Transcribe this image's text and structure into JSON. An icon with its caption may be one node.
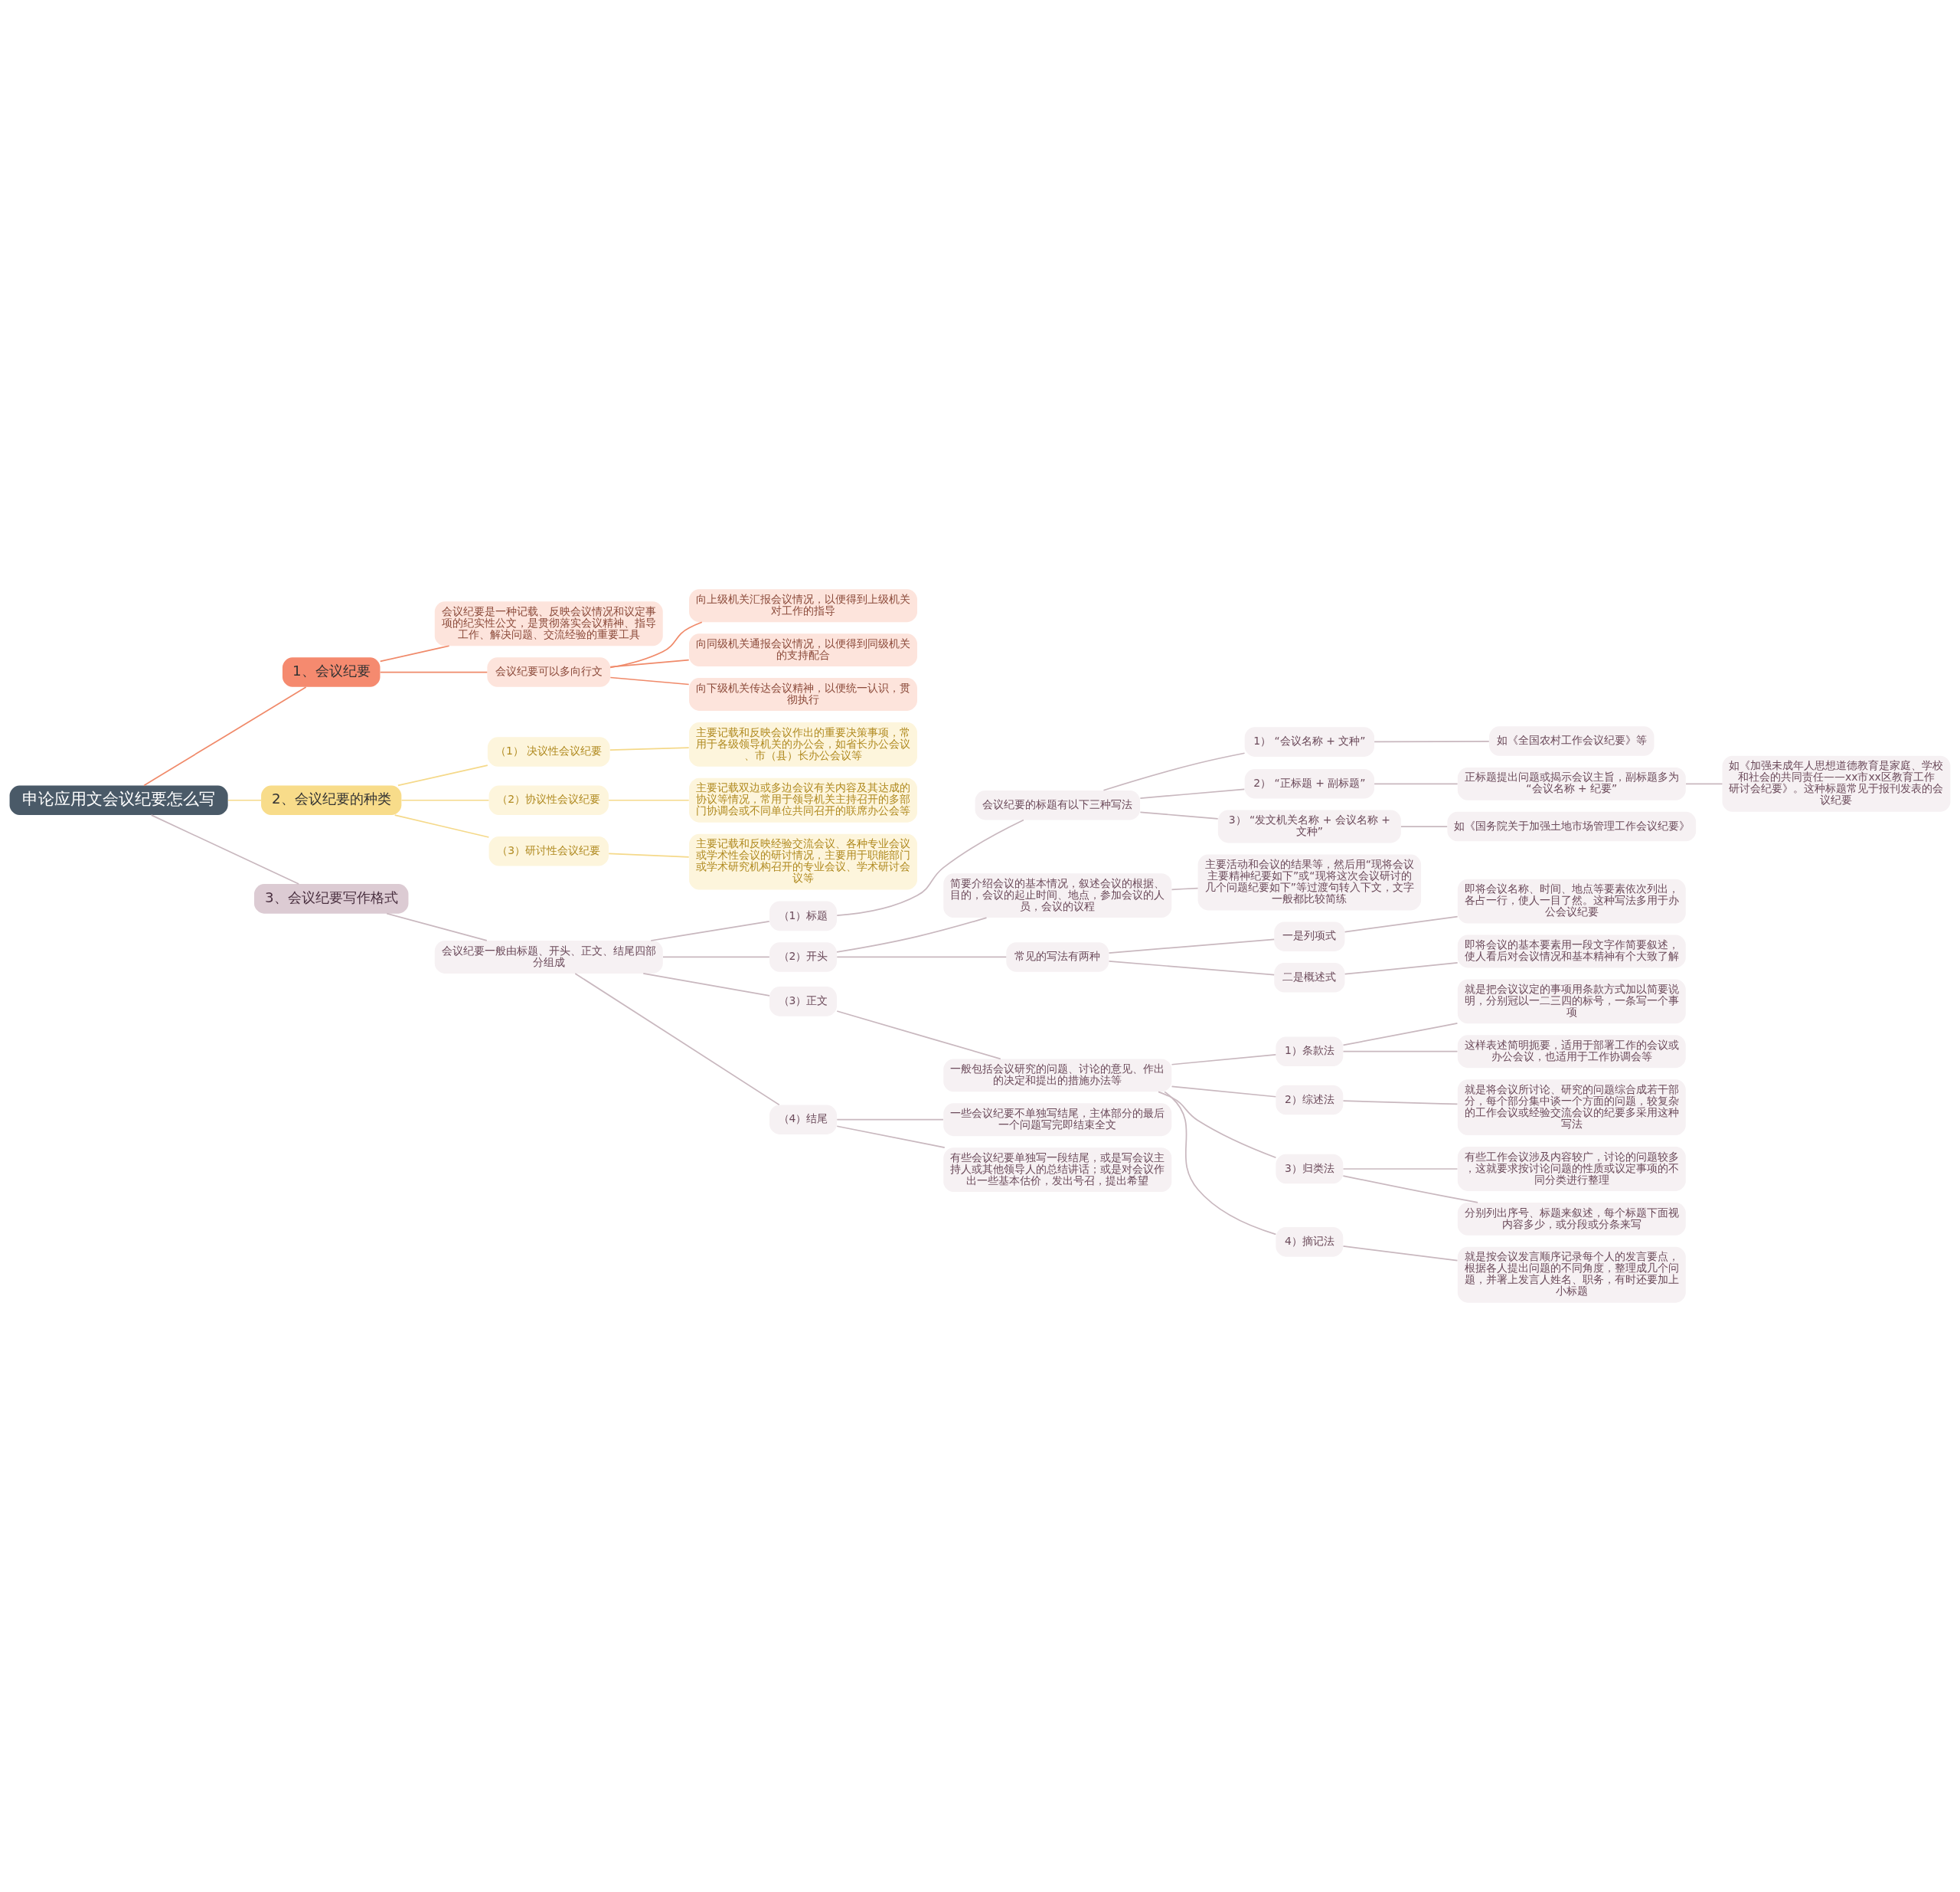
{
  "diagram": {
    "nodes": [
      {
        "text": [
          "申论应用文会议纪要怎么写"
        ]
      },
      {
        "text": [
          "1、会议纪要"
        ]
      },
      {
        "text": [
          "会议纪要是一种记载、反映会议情况和议定事项的纪实性公文，是贯彻落实会议精神、指导工作、解决问题、交流经验的重要工具"
        ]
      },
      {
        "text": [
          "会议纪要可以多向行文"
        ]
      },
      {
        "text": [
          "向上级机关汇报会议情况，以便得到上级机关对工作的指导"
        ]
      },
      {
        "text": [
          "向同级机关通报会议情况，以便得到同级机关的支持配合"
        ]
      },
      {
        "text": [
          "向下级机关传达会议精神，以便统一认识，贯彻执行"
        ]
      },
      {
        "text": [
          "2、会议纪要的种类"
        ]
      },
      {
        "text": [
          "（1） 决议性会议纪要"
        ]
      },
      {
        "text": [
          "主要记载和反映会议作出的重要决策事项，常用于各级领导机关的办公会，如省长办公会议、市（县）长办公会议等"
        ]
      },
      {
        "text": [
          "（2）协议性会议纪要"
        ]
      },
      {
        "text": [
          "主要记载双边或多边会议有关内容及其达成的协议等情况，常用于领导机关主持召开的多部门协调会或不同单位共同召开的联席办公会等"
        ]
      },
      {
        "text": [
          "（3）研讨性会议纪要"
        ]
      },
      {
        "text": [
          "主要记载和反映经验交流会议、各种专业会议或学术性会议的研讨情况，主要用于职能部门或学术研究机构召开的专业会议、学术研讨会议等"
        ]
      },
      {
        "text": [
          "3、会议纪要写作格式"
        ]
      },
      {
        "text": [
          "会议纪要一般由标题、开头、正文、结尾四部分组成"
        ]
      },
      {
        "text": [
          "（1）标题"
        ]
      },
      {
        "text": [
          "会议纪要的标题有以下三种写法"
        ]
      },
      {
        "text": [
          "1） “会议名称 + 文种”"
        ]
      },
      {
        "text": [
          "如《全国农村工作会议纪要》等"
        ]
      },
      {
        "text": [
          "2） “正标题 + 副标题”"
        ]
      },
      {
        "text": [
          "正标题提出问题或揭示会议主旨，副标题多为“会议名称 + 纪要”"
        ]
      },
      {
        "text": [
          "如《加强未成年人思想道德教育是家庭、学校和社会的共同责任——xx市xx区教育工作研讨会纪要》。这种标题常见于报刊发表的会议纪要"
        ]
      },
      {
        "text": [
          "3） “发文机关名称 + 会议名称 + 文种”"
        ]
      },
      {
        "text": [
          "如《国务院关于加强土地市场管理工作会议纪要》"
        ]
      },
      {
        "text": [
          "（2）开头"
        ]
      },
      {
        "text": [
          "简要介绍会议的基本情况，叙述会议的根据、目的，会议的起止时间、地点，参加会议的人员，会议的议程"
        ]
      },
      {
        "text": [
          "主要活动和会议的结果等，然后用“现将会议主要精神纪要如下”或“现将这次会议研讨的几个问题纪要如下”等过渡句转入下文，文字一般都比较简练"
        ]
      },
      {
        "text": [
          "常见的写法有两种"
        ]
      },
      {
        "text": [
          "一是列项式"
        ]
      },
      {
        "text": [
          "即将会议名称、时间、地点等要素依次列出，各占一行，使人一目了然。这种写法多用于办公会议纪要"
        ]
      },
      {
        "text": [
          "二是概述式"
        ]
      },
      {
        "text": [
          "即将会议的基本要素用一段文字作简要叙述，使人看后对会议情况和基本精神有个大致了解"
        ]
      },
      {
        "text": [
          "（3）正文"
        ]
      },
      {
        "text": [
          "一般包括会议研究的问题、讨论的意见、作出的决定和提出的措施办法等"
        ]
      },
      {
        "text": [
          "1）条款法"
        ]
      },
      {
        "text": [
          "就是把会议议定的事项用条款方式加以简要说明，分别冠以一二三四的标号，一条写一个事项"
        ]
      },
      {
        "text": [
          "这样表述简明扼要，适用于部署工作的会议或办公会议，也适用于工作协调会等"
        ]
      },
      {
        "text": [
          "2）综述法"
        ]
      },
      {
        "text": [
          "就是将会议所讨论、研究的问题综合成若干部分，每个部分集中谈一个方面的问题，较复杂的工作会议或经验交流会议的纪要多采用这种写法"
        ]
      },
      {
        "text": [
          "3）归类法"
        ]
      },
      {
        "text": [
          "有些工作会议涉及内容较广，讨论的问题较多，这就要求按讨论问题的性质或议定事项的不同分类进行整理"
        ]
      },
      {
        "text": [
          "分别列出序号、标题来叙述，每个标题下面视内容多少，或分段或分条来写"
        ]
      },
      {
        "text": [
          "4）摘记法"
        ]
      },
      {
        "text": [
          "就是按会议发言顺序记录每个人的发言要点，根据各人提出问题的不同角度，整理成几个问题，并署上发言人姓名、职务，有时还要加上小标题"
        ]
      },
      {
        "text": [
          "（4）结尾"
        ]
      },
      {
        "text": [
          "一些会议纪要不单独写结尾，主体部分的最后一个问题写完即结束全文"
        ]
      },
      {
        "text": [
          "有些会议纪要单独写一段结尾，或是写会议主持人或其他领导人的总结讲话；或是对会议作出一些基本估价，发出号召，提出希望"
        ]
      }
    ],
    "edges": [
      {
        "from": 0,
        "to": 1,
        "arrow": "none",
        "color": "#f08a6a"
      },
      {
        "from": 1,
        "to": 2,
        "arrow": "none",
        "color": "#f08a6a"
      },
      {
        "from": 1,
        "to": 3,
        "arrow": "none",
        "color": "#f08a6a"
      },
      {
        "from": 3,
        "to": 4,
        "arrow": "none",
        "color": "#f08a6a"
      },
      {
        "from": 3,
        "to": 5,
        "arrow": "none",
        "color": "#f08a6a"
      },
      {
        "from": 3,
        "to": 6,
        "arrow": "none",
        "color": "#f08a6a"
      },
      {
        "from": 0,
        "to": 7,
        "arrow": "none",
        "color": "#f5d98a"
      },
      {
        "from": 7,
        "to": 8,
        "arrow": "none",
        "color": "#f5d98a"
      },
      {
        "from": 8,
        "to": 9,
        "arrow": "none",
        "color": "#f5d98a"
      },
      {
        "from": 7,
        "to": 10,
        "arrow": "none",
        "color": "#f5d98a"
      },
      {
        "from": 10,
        "to": 11,
        "arrow": "none",
        "color": "#f5d98a"
      },
      {
        "from": 7,
        "to": 12,
        "arrow": "none",
        "color": "#f5d98a"
      },
      {
        "from": 12,
        "to": 13,
        "arrow": "none",
        "color": "#f5d98a"
      },
      {
        "from": 0,
        "to": 14,
        "arrow": "none"
      },
      {
        "from": 14,
        "to": 15,
        "arrow": "none"
      },
      {
        "from": 15,
        "to": 16,
        "arrow": "none"
      },
      {
        "from": 16,
        "to": 17,
        "arrow": "none"
      },
      {
        "from": 17,
        "to": 18,
        "arrow": "none"
      },
      {
        "from": 18,
        "to": 19,
        "arrow": "none"
      },
      {
        "from": 17,
        "to": 20,
        "arrow": "none"
      },
      {
        "from": 20,
        "to": 21,
        "arrow": "none"
      },
      {
        "from": 21,
        "to": 22,
        "arrow": "none"
      },
      {
        "from": 17,
        "to": 23,
        "arrow": "none"
      },
      {
        "from": 23,
        "to": 24,
        "arrow": "none"
      },
      {
        "from": 15,
        "to": 25,
        "arrow": "none"
      },
      {
        "from": 25,
        "to": 26,
        "arrow": "none"
      },
      {
        "from": 26,
        "to": 27,
        "arrow": "none"
      },
      {
        "from": 25,
        "to": 28,
        "arrow": "none"
      },
      {
        "from": 28,
        "to": 29,
        "arrow": "none"
      },
      {
        "from": 29,
        "to": 30,
        "arrow": "none"
      },
      {
        "from": 28,
        "to": 31,
        "arrow": "none"
      },
      {
        "from": 31,
        "to": 32,
        "arrow": "none"
      },
      {
        "from": 15,
        "to": 33,
        "arrow": "none"
      },
      {
        "from": 33,
        "to": 34,
        "arrow": "none"
      },
      {
        "from": 34,
        "to": 35,
        "arrow": "none"
      },
      {
        "from": 35,
        "to": 36,
        "arrow": "none"
      },
      {
        "from": 35,
        "to": 37,
        "arrow": "none"
      },
      {
        "from": 34,
        "to": 38,
        "arrow": "none"
      },
      {
        "from": 38,
        "to": 39,
        "arrow": "none"
      },
      {
        "from": 34,
        "to": 40,
        "arrow": "none"
      },
      {
        "from": 40,
        "to": 41,
        "arrow": "none"
      },
      {
        "from": 40,
        "to": 42,
        "arrow": "none"
      },
      {
        "from": 34,
        "to": 43,
        "arrow": "none"
      },
      {
        "from": 43,
        "to": 44,
        "arrow": "none"
      },
      {
        "from": 15,
        "to": 45,
        "arrow": "none"
      },
      {
        "from": 45,
        "to": 46,
        "arrow": "none"
      },
      {
        "from": 45,
        "to": 47,
        "arrow": "none"
      }
    ]
  }
}
